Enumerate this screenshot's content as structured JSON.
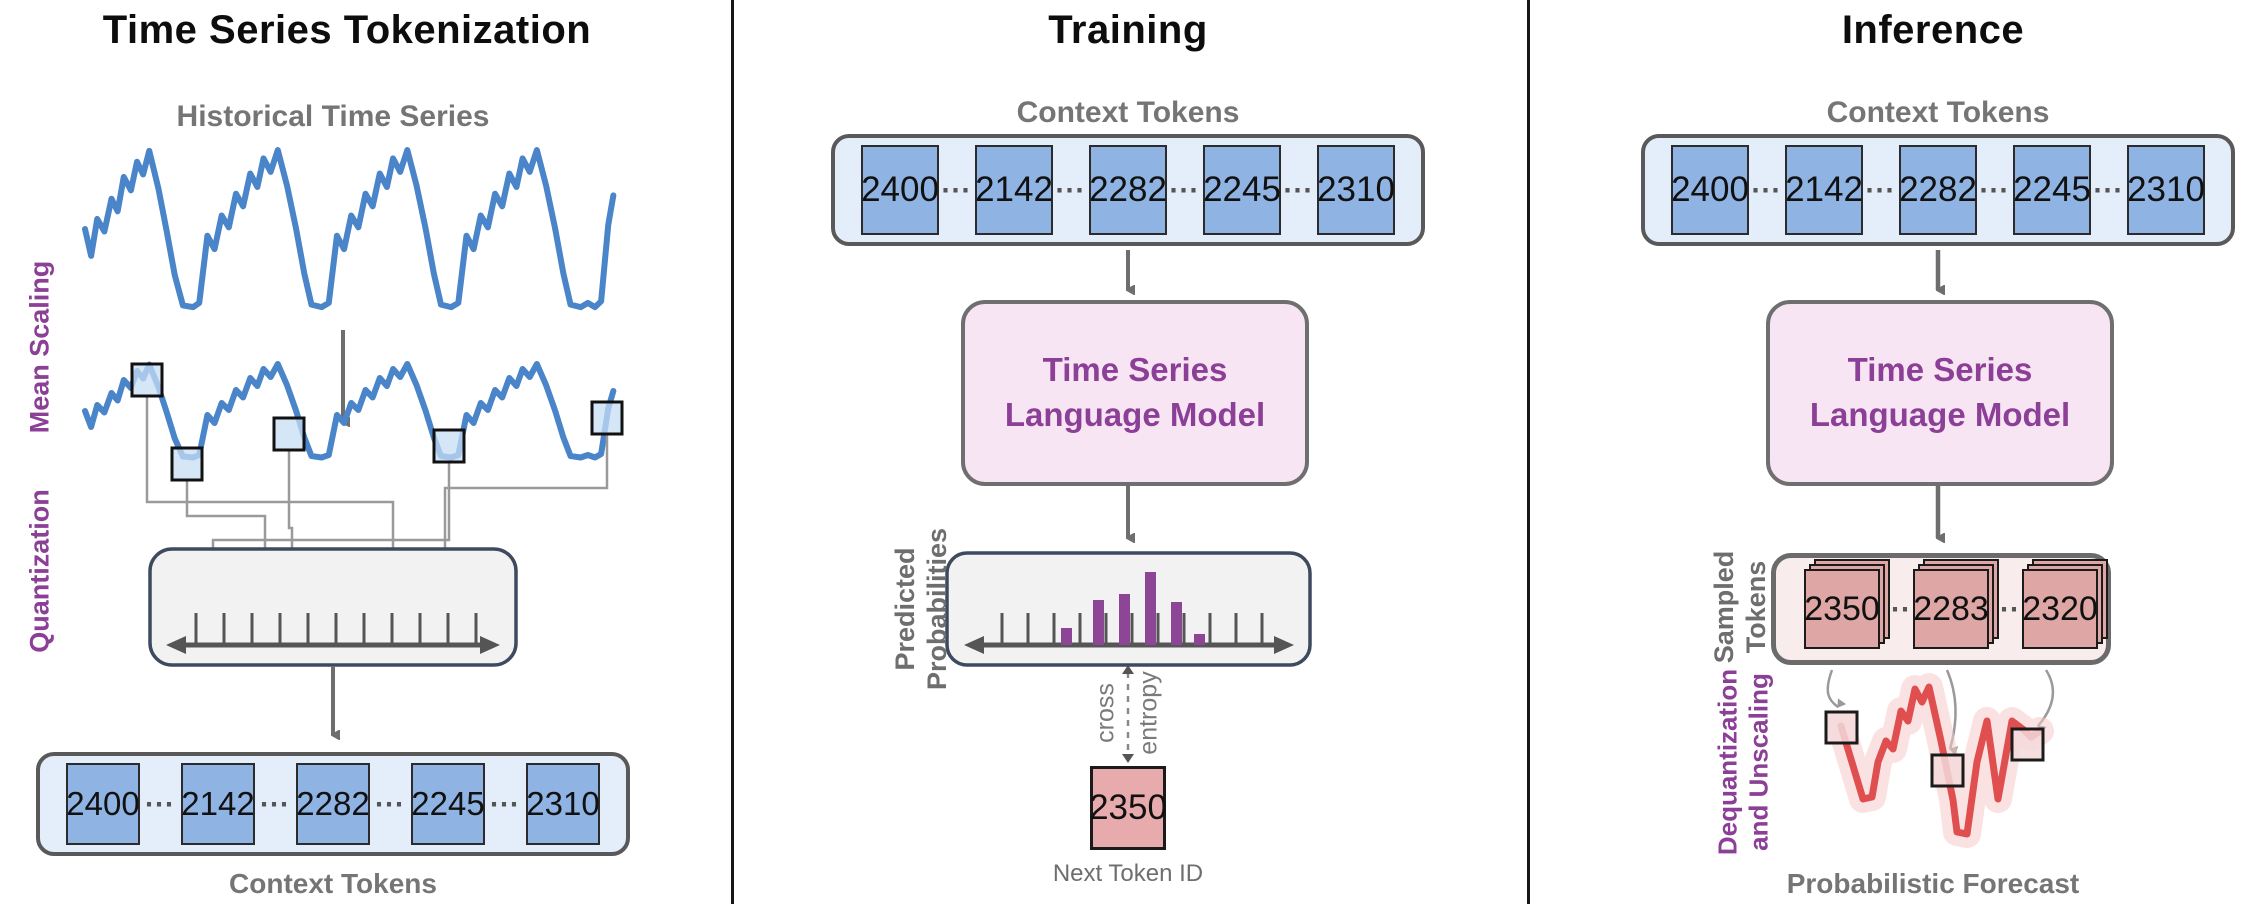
{
  "colors": {
    "series_blue": "#4a84c9",
    "token_fill": "#8fb3e3",
    "token_container": "#e4edfa",
    "model_box_fill": "#f7e5f3",
    "model_text_purple": "#8c3f96",
    "quant_box_fill": "#f2f2f2",
    "quant_box_border": "#3d4a5f",
    "prob_bar_purple": "#8d4596",
    "sampled_token_fill": "#dfa6a6",
    "next_token_fill": "#e7abad",
    "forecast_red": "#e04f4f",
    "forecast_band": "#f6caca",
    "label_gray": "#757575",
    "connector_gray": "#9a9a9a"
  },
  "context_tokens": [
    "2400",
    "2142",
    "2282",
    "2245",
    "2310"
  ],
  "ellipsis": "⋯",
  "panels": {
    "tokenization": {
      "title": "Time Series Tokenization",
      "series_label": "Historical Time Series",
      "mean_scaling_label": "Mean Scaling",
      "quantization_label": "Quantization",
      "context_tokens_label": "Context Tokens"
    },
    "training": {
      "title": "Training",
      "context_tokens_label": "Context Tokens",
      "model_line1": "Time Series",
      "model_line2": "Language Model",
      "predicted_label_line1": "Predicted",
      "predicted_label_line2": "Probabilities",
      "loss_line1": "cross",
      "loss_line2": "entropy",
      "next_token_value": "2350",
      "next_token_label": "Next Token ID"
    },
    "inference": {
      "title": "Inference",
      "context_tokens_label": "Context Tokens",
      "model_line1": "Time Series",
      "model_line2": "Language Model",
      "sampled_label_line1": "Sampled",
      "sampled_label_line2": "Tokens",
      "dequant_label_line1": "Dequantization",
      "dequant_label_line2": "and Unscaling",
      "sampled_tokens": [
        "2350",
        "2283",
        "2320"
      ],
      "forecast_label": "Probabilistic Forecast"
    }
  }
}
